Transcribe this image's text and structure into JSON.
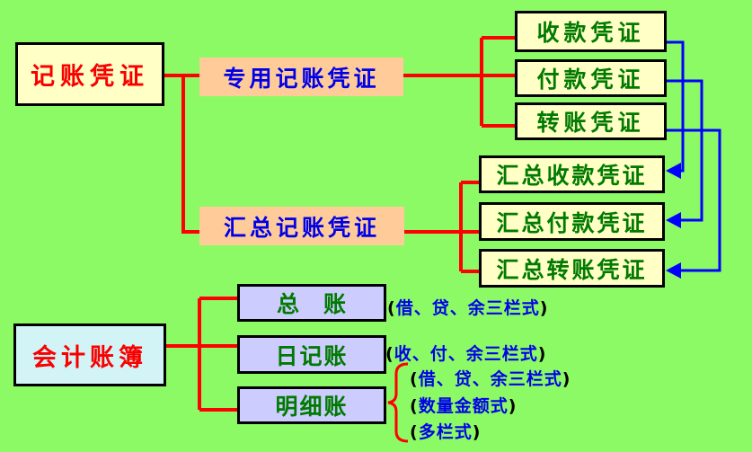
{
  "diagram": {
    "background_color": "#8CFA64",
    "colors": {
      "connector_red": "#FF0000",
      "connector_blue": "#0000FF",
      "box_yellow": "#FFFFC6",
      "box_peach": "#FFCC99",
      "box_lavender": "#CCCCFF",
      "box_cyan": "#D2F4F6",
      "text_red": "#F80000",
      "text_green": "#007A00",
      "text_blue": "#0000E8",
      "border_black": "#000000"
    },
    "nodes": {
      "bookkeeping_voucher": {
        "label": "记账凭证"
      },
      "special_voucher": {
        "label": "专用记账凭证"
      },
      "summary_voucher": {
        "label": "汇总记账凭证"
      },
      "receipt_voucher": {
        "label": "收款凭证"
      },
      "payment_voucher": {
        "label": "付款凭证"
      },
      "transfer_voucher": {
        "label": "转账凭证"
      },
      "summary_receipt_voucher": {
        "label": "汇总收款凭证"
      },
      "summary_payment_voucher": {
        "label": "汇总付款凭证"
      },
      "summary_transfer_voucher": {
        "label": "汇总转账凭证"
      },
      "accounting_books": {
        "label": "会计账簿"
      },
      "general_ledger": {
        "label": "总　账"
      },
      "journal": {
        "label": "日记账"
      },
      "subsidiary_ledger": {
        "label": "明细账"
      }
    },
    "annotations": {
      "general_ledger_note": {
        "open": "(",
        "text": "借、贷、余三栏式",
        "close": ")"
      },
      "journal_note": {
        "open": "(",
        "text": "收、付、余三栏式",
        "close": ")"
      },
      "subsidiary_note_1": {
        "open": "(",
        "text": "借、贷、余三栏式",
        "close": ")"
      },
      "subsidiary_note_2": {
        "open": "(",
        "text": "数量金额式",
        "close": ")"
      },
      "subsidiary_note_3": {
        "open": "(",
        "text": "多栏式",
        "close": ")"
      }
    }
  }
}
